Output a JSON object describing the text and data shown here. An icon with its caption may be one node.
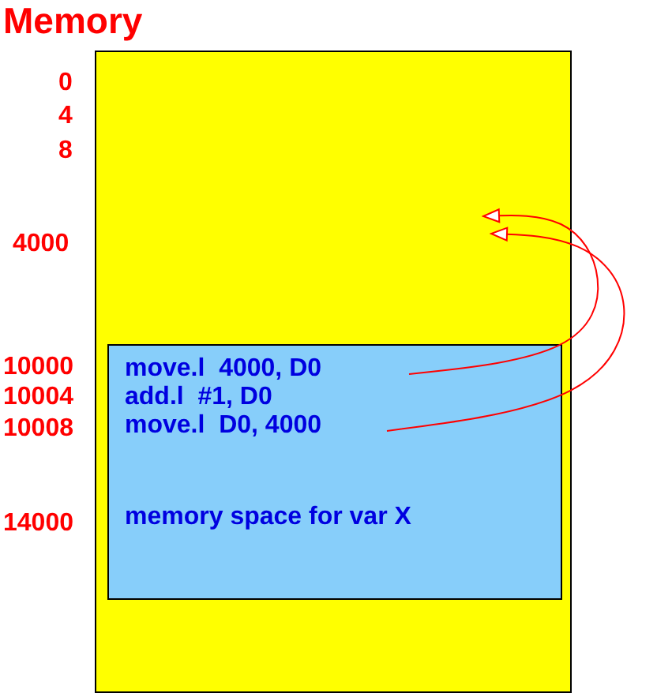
{
  "diagram": {
    "title": "Memory",
    "nodes": [
      {
        "text": [],
        "shape": "box"
      },
      {
        "text": [
          "memory space for var X"
        ],
        "in": 0
      },
      {
        "text": [
          "move.l  4000, D0"
        ],
        "in": 1
      },
      {
        "text": [
          "add.l  #1, D0"
        ],
        "in": 1
      },
      {
        "text": [
          "move.l  D0, 4000"
        ],
        "in": 1
      }
    ],
    "edges": [
      {
        "from": 2,
        "to": null,
        "arrow": "to"
      },
      {
        "from": 4,
        "to": null,
        "arrow": "to"
      }
    ],
    "labels": [
      "0",
      "4",
      "8",
      "4000",
      "10000",
      "10004",
      "10008",
      "14000"
    ]
  }
}
